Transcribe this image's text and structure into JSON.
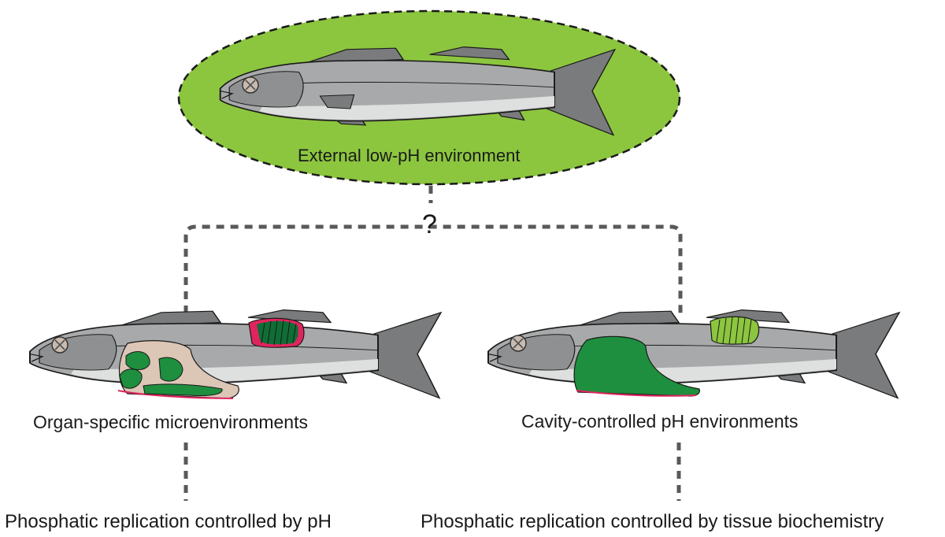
{
  "top": {
    "label": "External low-pH environment",
    "ellipse_color": "#8cc63f"
  },
  "connector": {
    "question_mark": "?",
    "line_color": "#595959"
  },
  "left_branch": {
    "fish_label": "Organ-specific microenvironments",
    "outcome_label": "Phosphatic replication controlled by pH",
    "organ_colors": {
      "cavity": "#dcc6b6",
      "organs": "#1e8f3e",
      "muscle_dark": "#0f6e35",
      "muscle_rim": "#e0245e"
    }
  },
  "right_branch": {
    "fish_label": "Cavity-controlled pH environments",
    "outcome_label": "Phosphatic replication controlled by tissue biochemistry",
    "organ_colors": {
      "cavity": "#1e8f3e",
      "muscle": "#8cc63f"
    }
  },
  "fish_colors": {
    "body": "#a8a9aa",
    "dark": "#7a7b7c",
    "belly": "#dde0df",
    "outline": "#1a1a1a"
  },
  "icons": [
    "fish-illustration",
    "eye-cross-icon"
  ]
}
